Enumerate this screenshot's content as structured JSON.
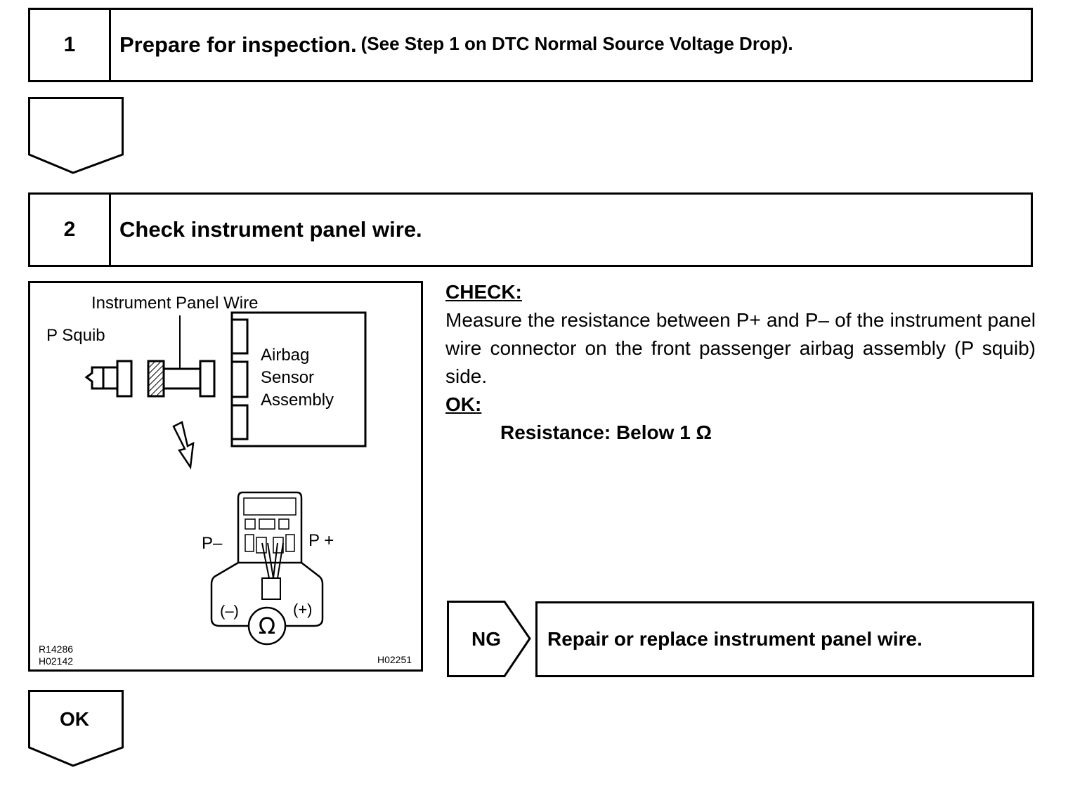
{
  "steps": [
    {
      "number": "1",
      "title": "Prepare for inspection.",
      "subtitle": "(See Step 1 on DTC Normal Source Voltage Drop)."
    },
    {
      "number": "2",
      "title": "Check instrument panel wire.",
      "subtitle": ""
    }
  ],
  "diagram": {
    "label_wire": "Instrument Panel Wire",
    "label_squib": "P Squib",
    "label_sensor": [
      "Airbag",
      "Sensor",
      "Assembly"
    ],
    "label_p_minus": "P–",
    "label_p_plus": "P +",
    "label_meter_neg": "(–)",
    "label_meter_pos": "(+)",
    "label_ohm": "Ω",
    "code_left_1": "R14286",
    "code_left_2": "H02142",
    "code_right": "H02251"
  },
  "check": {
    "heading": "CHECK:",
    "text": "Measure the resistance between P+ and P– of the instrument panel wire connector on the front passenger airbag assembly (P squib) side.",
    "ok_heading": "OK:",
    "ok_spec": "Resistance: Below 1 Ω"
  },
  "ng": {
    "label": "NG",
    "action": "Repair or replace instrument panel wire."
  },
  "ok_arrow": {
    "label": "OK"
  }
}
